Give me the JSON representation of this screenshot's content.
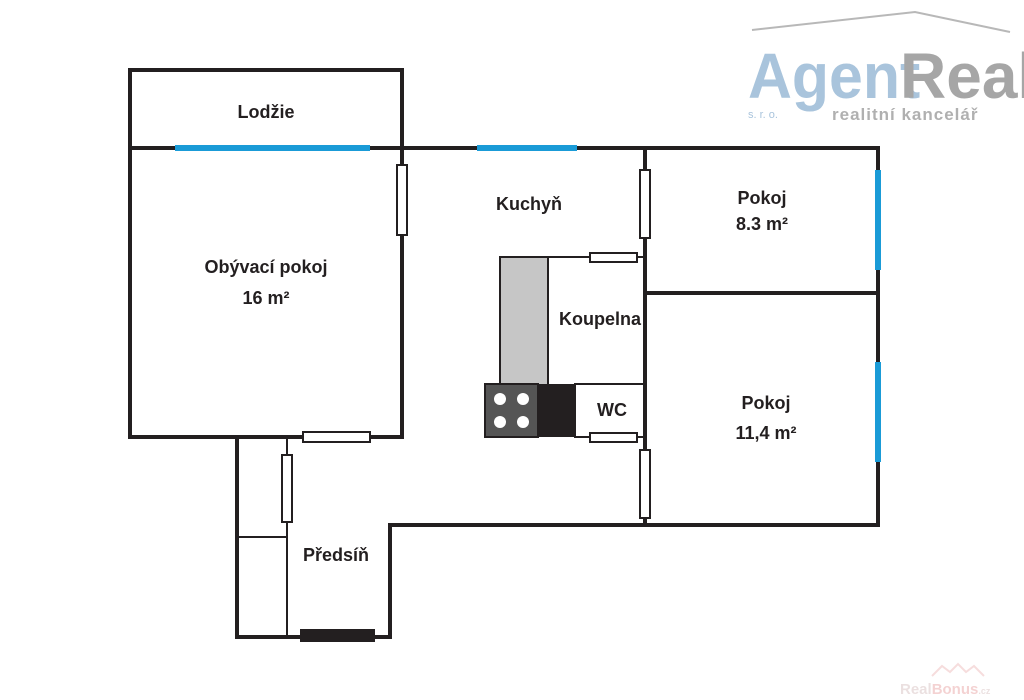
{
  "logo": {
    "part1": "Agent",
    "part2": "Real",
    "sro": "s. r. o.",
    "tagline": "realitní kancelář"
  },
  "watermark": {
    "brand1": "Real",
    "brand2": "Bonus",
    "tld": ".cz"
  },
  "rooms": {
    "lodzie": {
      "name": "Lodžie"
    },
    "living": {
      "name": "Obývací pokoj",
      "area": "16 m²"
    },
    "kitchen": {
      "name": "Kuchyň"
    },
    "room1": {
      "name": "Pokoj",
      "area": "8.3 m²"
    },
    "bathroom": {
      "name": "Koupelna"
    },
    "wc": {
      "name": "WC"
    },
    "room2": {
      "name": "Pokoj",
      "area": "11,4 m²"
    },
    "hall": {
      "name": "Předsíň"
    }
  },
  "colors": {
    "wall": "#231f20",
    "window": "#1a9bd7",
    "cabinet": "#c6c6c6",
    "stove": "#555555"
  }
}
